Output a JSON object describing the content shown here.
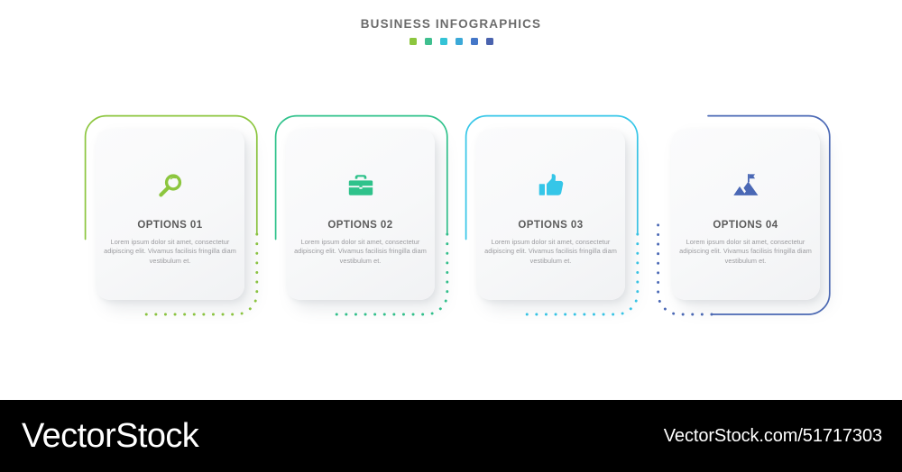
{
  "header": {
    "title": "BUSINESS INFOGRAPHICS",
    "dots": [
      {
        "name": "header-dot-1",
        "color": "#8CC63E"
      },
      {
        "name": "header-dot-2",
        "color": "#3FBF8F"
      },
      {
        "name": "header-dot-3",
        "color": "#34C3D6"
      },
      {
        "name": "header-dot-4",
        "color": "#3BA9D8"
      },
      {
        "name": "header-dot-5",
        "color": "#4477C8"
      },
      {
        "name": "header-dot-6",
        "color": "#4A63AE"
      }
    ]
  },
  "cards": [
    {
      "id": "01",
      "label": "OPTIONS 01",
      "description": "Lorem ipsum dolor sit amet, consectetur adipiscing elit. Vivamus facilisis  fringilla diam vestibulum et.",
      "color": "#8CC63E",
      "icon": "magnifier-icon",
      "mirrored": false
    },
    {
      "id": "02",
      "label": "OPTIONS 02",
      "description": "Lorem ipsum dolor sit amet, consectetur adipiscing elit. Vivamus facilisis  fringilla diam vestibulum et.",
      "color": "#2FC28B",
      "icon": "briefcase-icon",
      "mirrored": false
    },
    {
      "id": "03",
      "label": "OPTIONS 03",
      "description": "Lorem ipsum dolor sit amet, consectetur adipiscing elit. Vivamus facilisis  fringilla diam vestibulum et.",
      "color": "#35C6E8",
      "icon": "thumbs-up-icon",
      "mirrored": false
    },
    {
      "id": "04",
      "label": "OPTIONS 04",
      "description": "Lorem ipsum dolor sit amet, consectetur adipiscing elit. Vivamus facilisis  fringilla diam vestibulum et.",
      "color": "#4A68B5",
      "icon": "mountain-flag-icon",
      "mirrored": true
    }
  ],
  "footer": {
    "logo": "VectorStock",
    "url": "VectorStock.com/51717303",
    "background": "#000000"
  }
}
